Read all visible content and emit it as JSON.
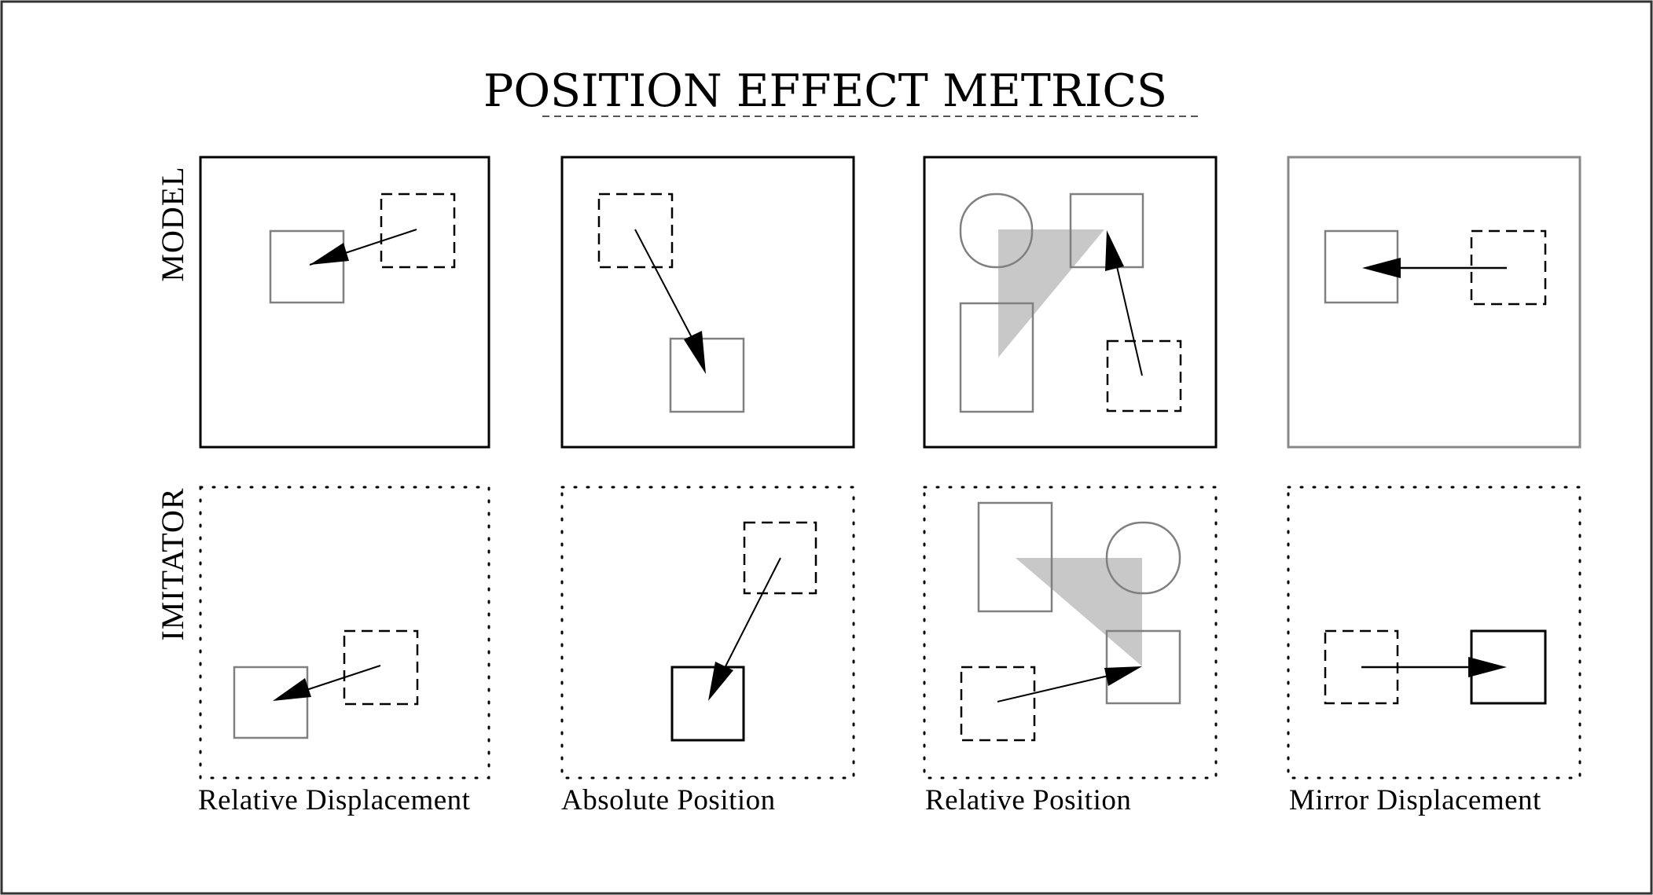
{
  "title": "POSITION EFFECT METRICS",
  "row_labels": {
    "model": "MODEL",
    "imitator": "IMITATOR"
  },
  "panels": [
    {
      "id": "relative-displacement",
      "caption": "Relative Displacement"
    },
    {
      "id": "absolute-position",
      "caption": "Absolute Position"
    },
    {
      "id": "relative-position",
      "caption": "Relative Position"
    },
    {
      "id": "mirror-displacement",
      "caption": "Mirror Displacement"
    }
  ],
  "colors": {
    "border": "#000000",
    "object_outline": "#808080",
    "reference_triangle": "#c8c8c8",
    "background": "#ffffff"
  },
  "legend_semantics": {
    "dashed_square": "start position",
    "solid_square": "end position",
    "solid_frame": "model workspace",
    "dotted_frame": "imitator workspace"
  }
}
